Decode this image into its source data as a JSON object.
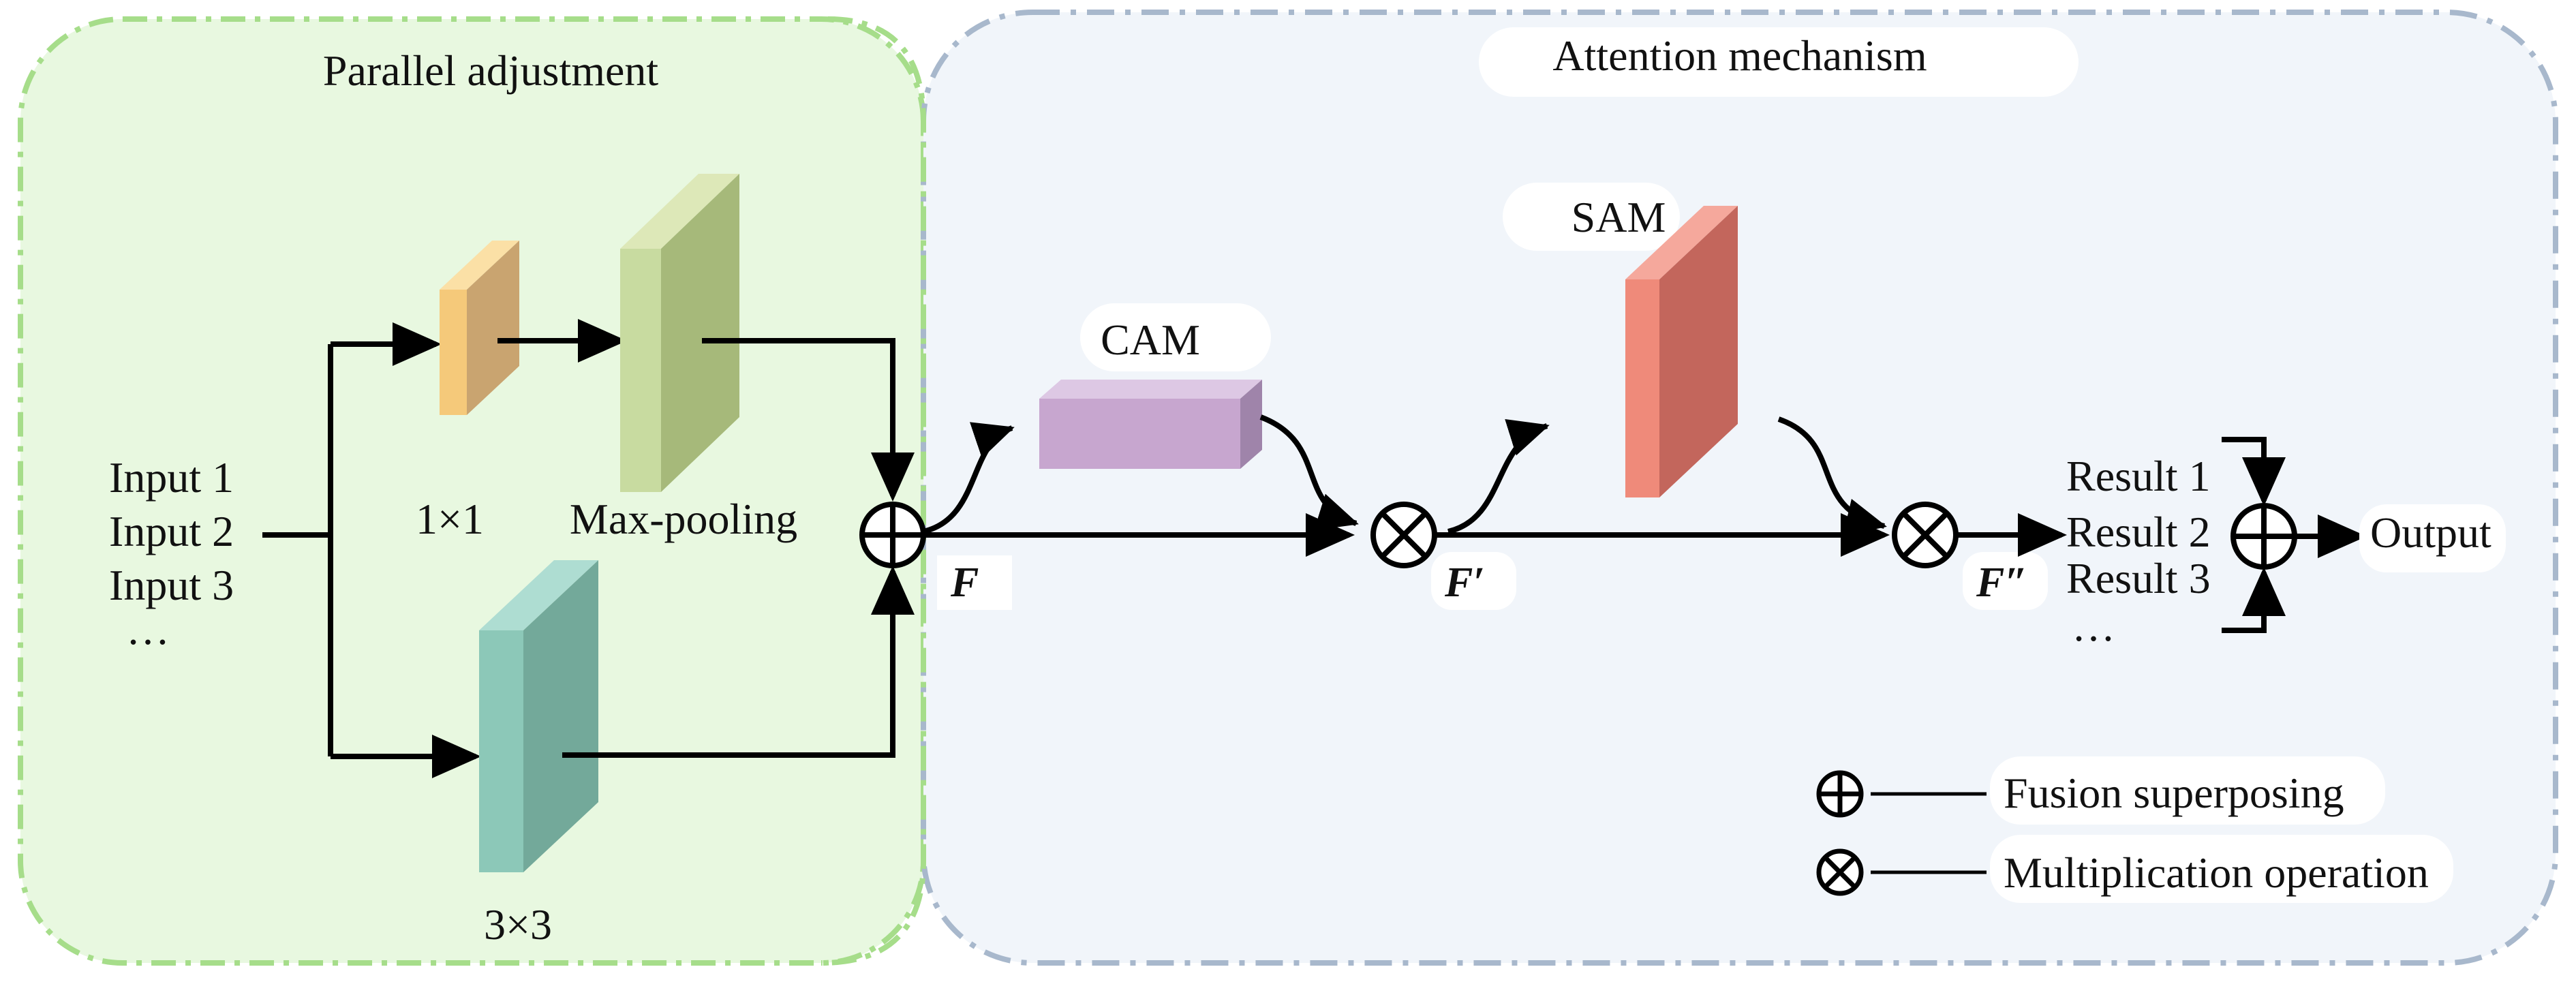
{
  "panels": {
    "parallel": {
      "title": "Parallel adjustment"
    },
    "attention": {
      "title": "Attention mechanism"
    }
  },
  "inputs": [
    "Input 1",
    "Input 2",
    "Input 3",
    "…"
  ],
  "blocks": {
    "conv1": {
      "label": "1×1"
    },
    "maxpool": {
      "label": "Max-pooling"
    },
    "conv3": {
      "label": "3×3"
    },
    "cam": {
      "label": "CAM"
    },
    "sam": {
      "label": "SAM"
    }
  },
  "features": {
    "f": "F",
    "f_prime": "F′",
    "f_double": "F″"
  },
  "results": [
    "Result 1",
    "Result 2",
    "Result 3",
    "…"
  ],
  "output": "Output",
  "legend": {
    "fusion": "Fusion superposing",
    "multiplication": "Multiplication operation"
  },
  "colors": {
    "green_panel_fill": "#e8f8e0",
    "green_panel_border": "#a6dd8a",
    "attention_panel_fill": "#f1f5fa",
    "attention_panel_border": "#a8b8cc",
    "conv1": "#f5c97a",
    "maxpool": "#a6b97a",
    "conv3": "#73a99a",
    "cam": "#c7a6cf",
    "sam": "#e57b6d"
  }
}
